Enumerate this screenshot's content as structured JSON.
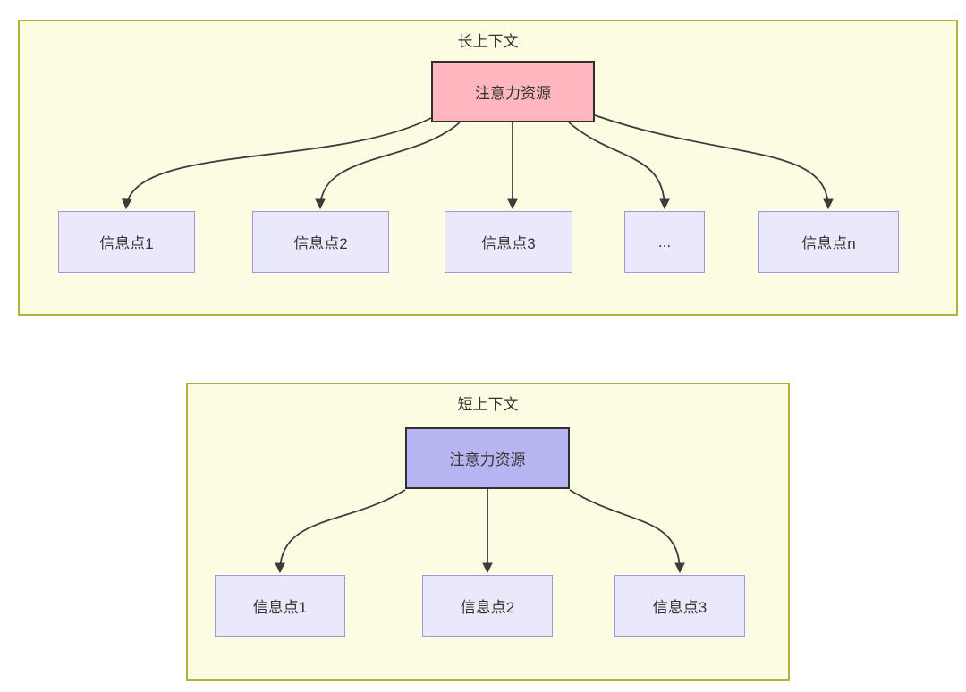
{
  "colors": {
    "panel_bg": "#fcfce3",
    "panel_border": "#b1b13e",
    "attention_long_fill": "#ffb6be",
    "attention_short_fill": "#b7b5f1",
    "node_dark_border": "#2f2f2f",
    "info_fill": "#e9e9fb",
    "info_border": "#a394dc",
    "arrow": "#3c3c3c",
    "text": "#333333"
  },
  "panels": [
    {
      "title": "长上下文",
      "attention_label": "注意力资源",
      "info_points": [
        "信息点1",
        "信息点2",
        "信息点3",
        "...",
        "信息点n"
      ]
    },
    {
      "title": "短上下文",
      "attention_label": "注意力资源",
      "info_points": [
        "信息点1",
        "信息点2",
        "信息点3"
      ]
    }
  ]
}
